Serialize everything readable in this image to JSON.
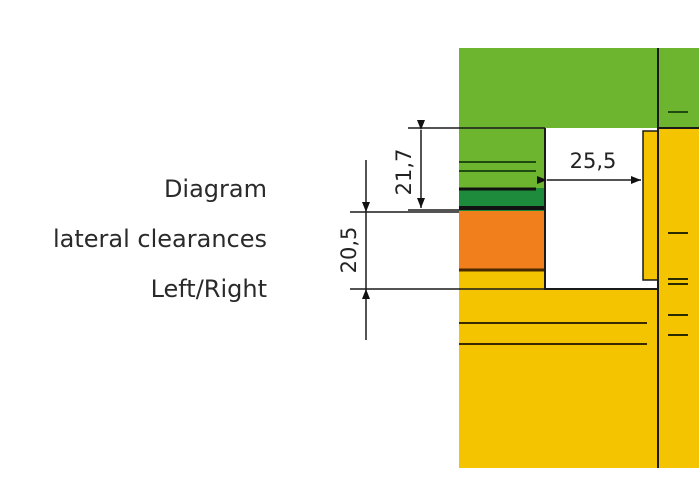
{
  "caption": {
    "line1": "Diagram",
    "line2": "lateral clearances",
    "line3": "Left/Right"
  },
  "dimensions": {
    "height_upper": "21,7",
    "height_lower": "20,5",
    "width_gap": "25,5"
  },
  "colors": {
    "green": "#6db52f",
    "dark_green": "#1e8a3c",
    "orange": "#f07f1c",
    "yellow": "#f5c400",
    "line": "#1a1a1a"
  }
}
